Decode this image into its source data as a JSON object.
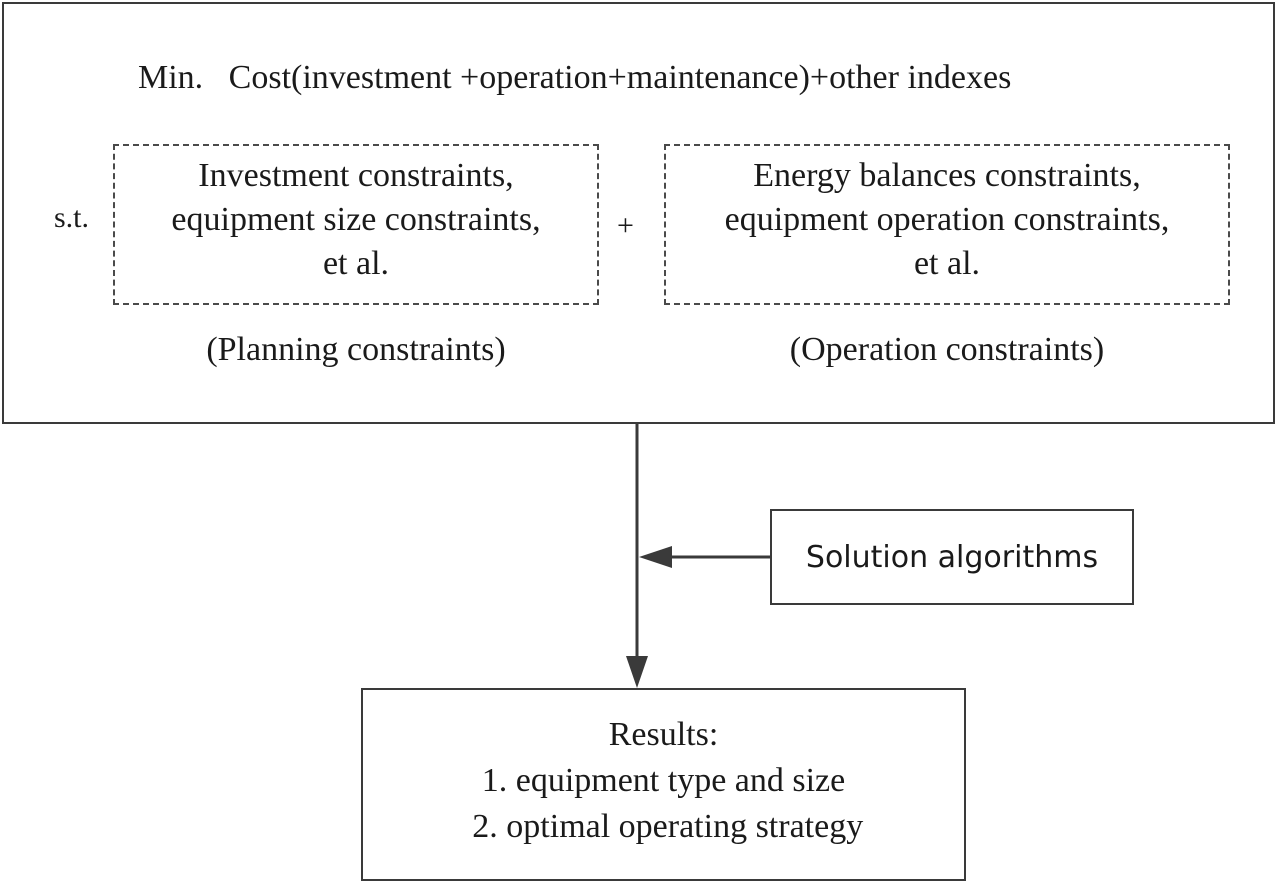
{
  "model": {
    "objective": "Min.   Cost(investment +operation+maintenance)+other indexes",
    "st_label": "s.t.",
    "plus": "+",
    "planning": {
      "lines": [
        "Investment constraints,",
        "equipment size constraints,",
        "et al."
      ],
      "caption": "(Planning constraints)"
    },
    "operation": {
      "lines": [
        "Energy balances constraints,",
        "equipment operation constraints,",
        "et al."
      ],
      "caption": "(Operation constraints)"
    }
  },
  "solution": {
    "label": "Solution algorithms"
  },
  "results": {
    "title": "Results:",
    "items": [
      "1. equipment type and size",
      " 2. optimal operating strategy"
    ]
  },
  "colors": {
    "line": "#3a3a3a",
    "text": "#1a1a1a"
  }
}
